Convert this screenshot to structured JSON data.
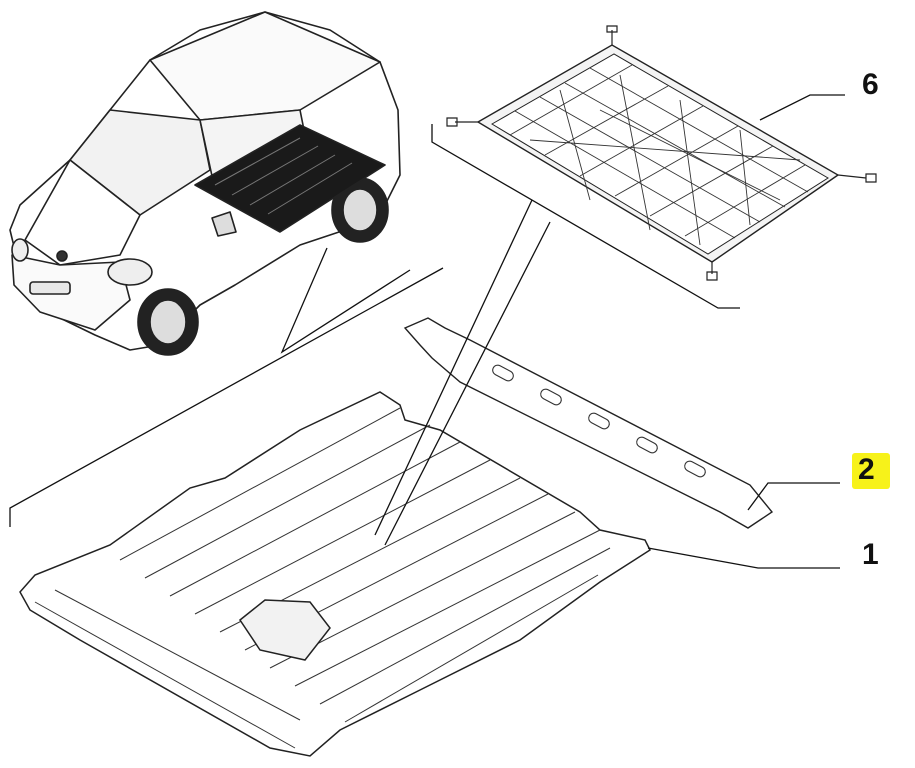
{
  "callouts": [
    {
      "id": "6",
      "label": "6"
    },
    {
      "id": "2",
      "label": "2"
    },
    {
      "id": "1",
      "label": "1"
    }
  ],
  "highlight_color": "#f7f21a",
  "line_color": "#111111"
}
